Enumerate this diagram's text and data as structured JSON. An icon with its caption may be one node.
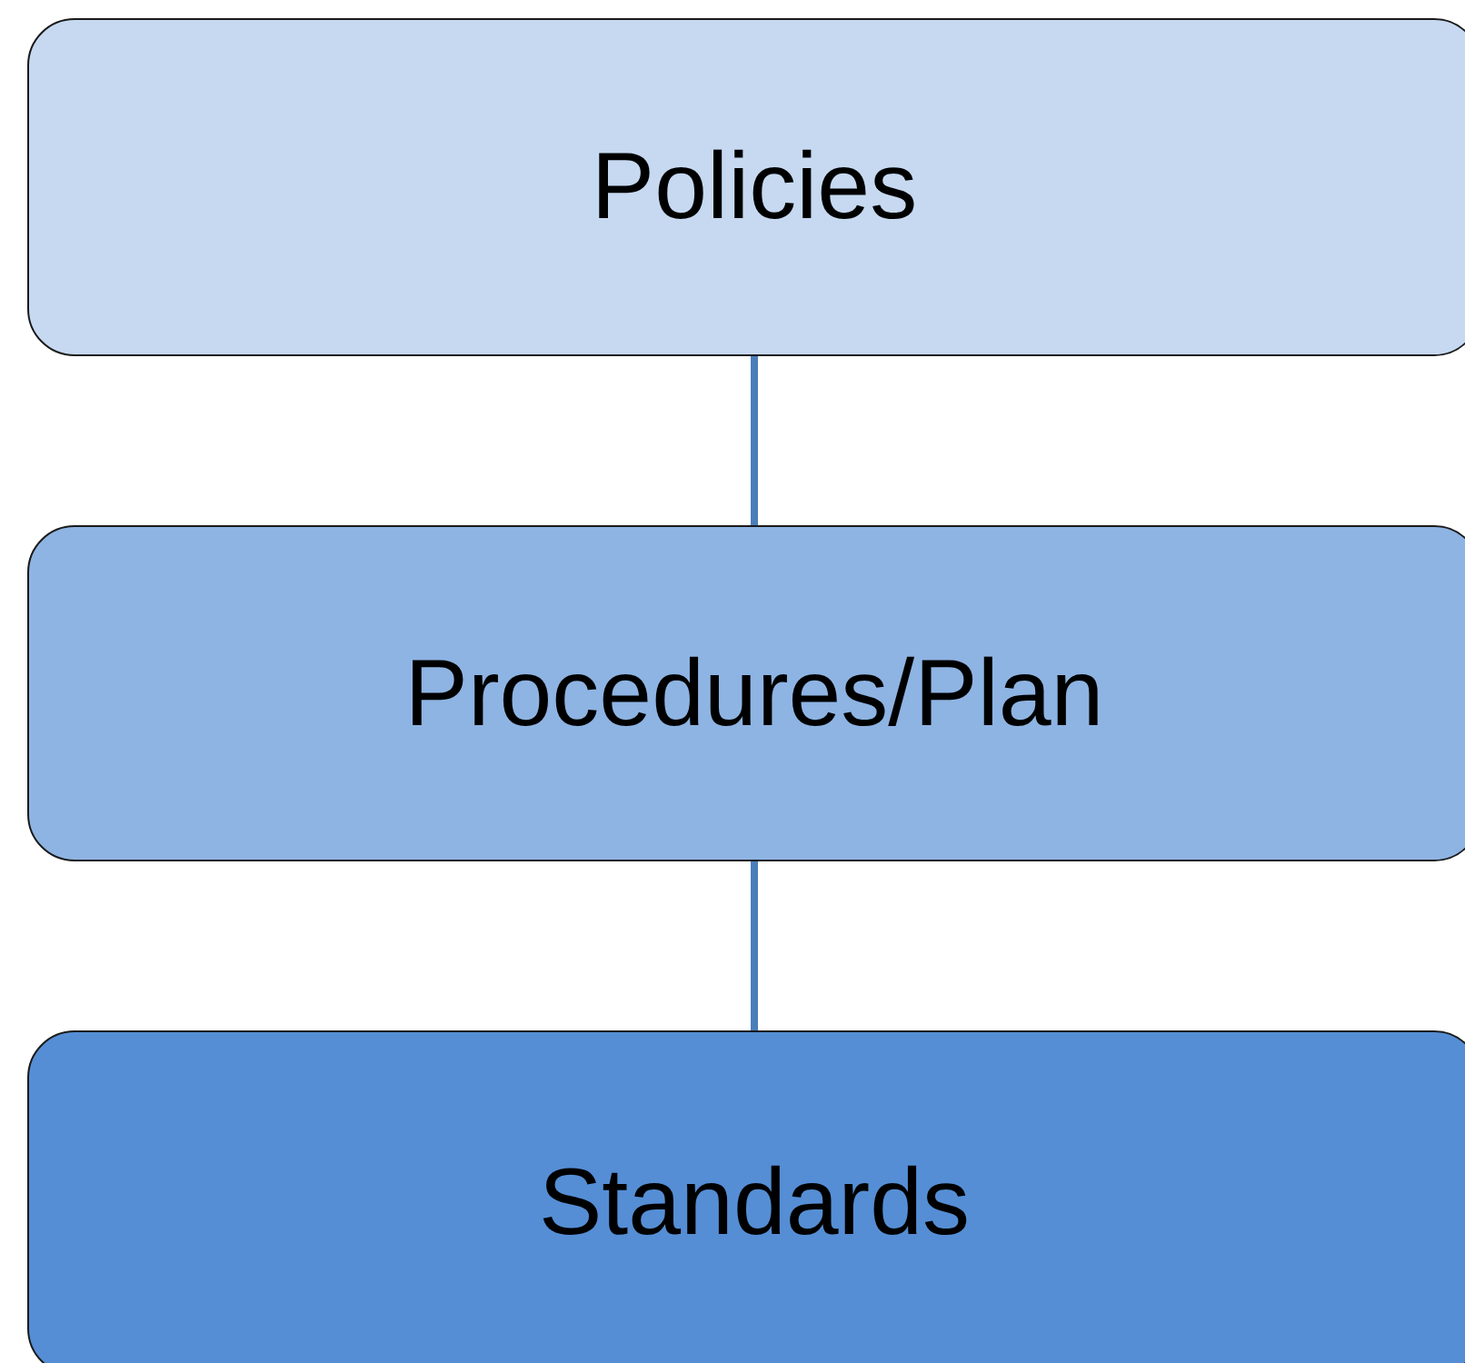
{
  "diagram": {
    "nodes": [
      {
        "text": [
          "Policies"
        ]
      },
      {
        "text": [
          "Procedures/Plan"
        ]
      },
      {
        "text": [
          "Standards"
        ]
      }
    ],
    "edges": [
      {
        "from": 0,
        "to": 1,
        "arrow": "none"
      },
      {
        "from": 1,
        "to": 2,
        "arrow": "none"
      }
    ]
  }
}
